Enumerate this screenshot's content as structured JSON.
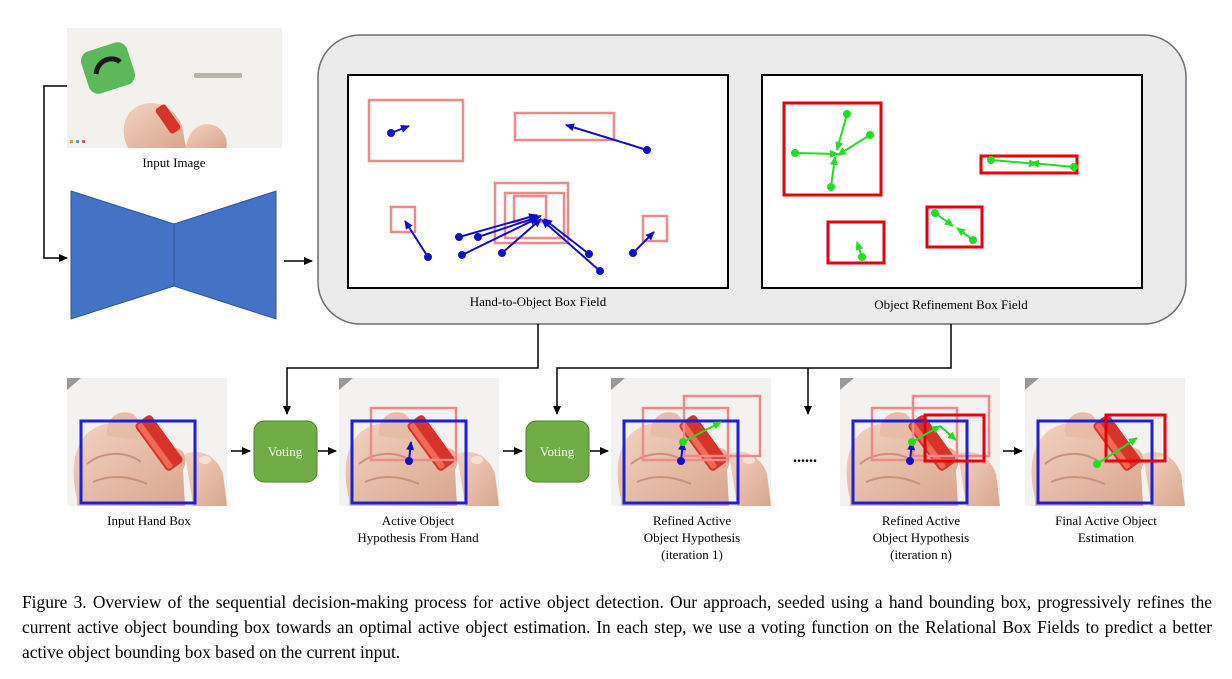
{
  "labels": {
    "input_image": "Input Image",
    "h2o_field": "Hand-to-Object Box Field",
    "refine_field": "Object Refinement Box Field",
    "voting_1": "Voting",
    "voting_2": "Voting",
    "dots": "......",
    "input_hand_box": "Input Hand Box",
    "active_hyp_line1": "Active Object",
    "active_hyp_line2": "Hypothesis From Hand",
    "refined1_line1": "Refined Active",
    "refined1_line2": "Object Hypothesis",
    "refined1_line3": "(iteration 1)",
    "refinedn_line1": "Refined Active",
    "refinedn_line2": "Object Hypothesis",
    "refinedn_line3": "(iteration n)",
    "final_line1": "Final Active Object",
    "final_line2": "Estimation"
  },
  "caption": "Figure 3.  Overview of the sequential decision-making process for active object detection. Our approach, seeded using a hand bounding box, progressively refines the current active object bounding box towards an optimal active object estimation. In each step, we use a voting function on the Relational Box Fields to predict a better active object bounding box based on the current input.",
  "colors": {
    "network": "#4472c4",
    "voting": "#70ad47",
    "hand_box": "#1f1fd6",
    "object_box": "#e8000b",
    "object_box_light": "#f08a8a",
    "hand_vector": "#1010cc",
    "refine_vector": "#22dd22",
    "panel_fill": "#ebebeb"
  },
  "icons": {
    "network": "encoder-decoder-hourglass",
    "voting": "rounded-green-box"
  }
}
